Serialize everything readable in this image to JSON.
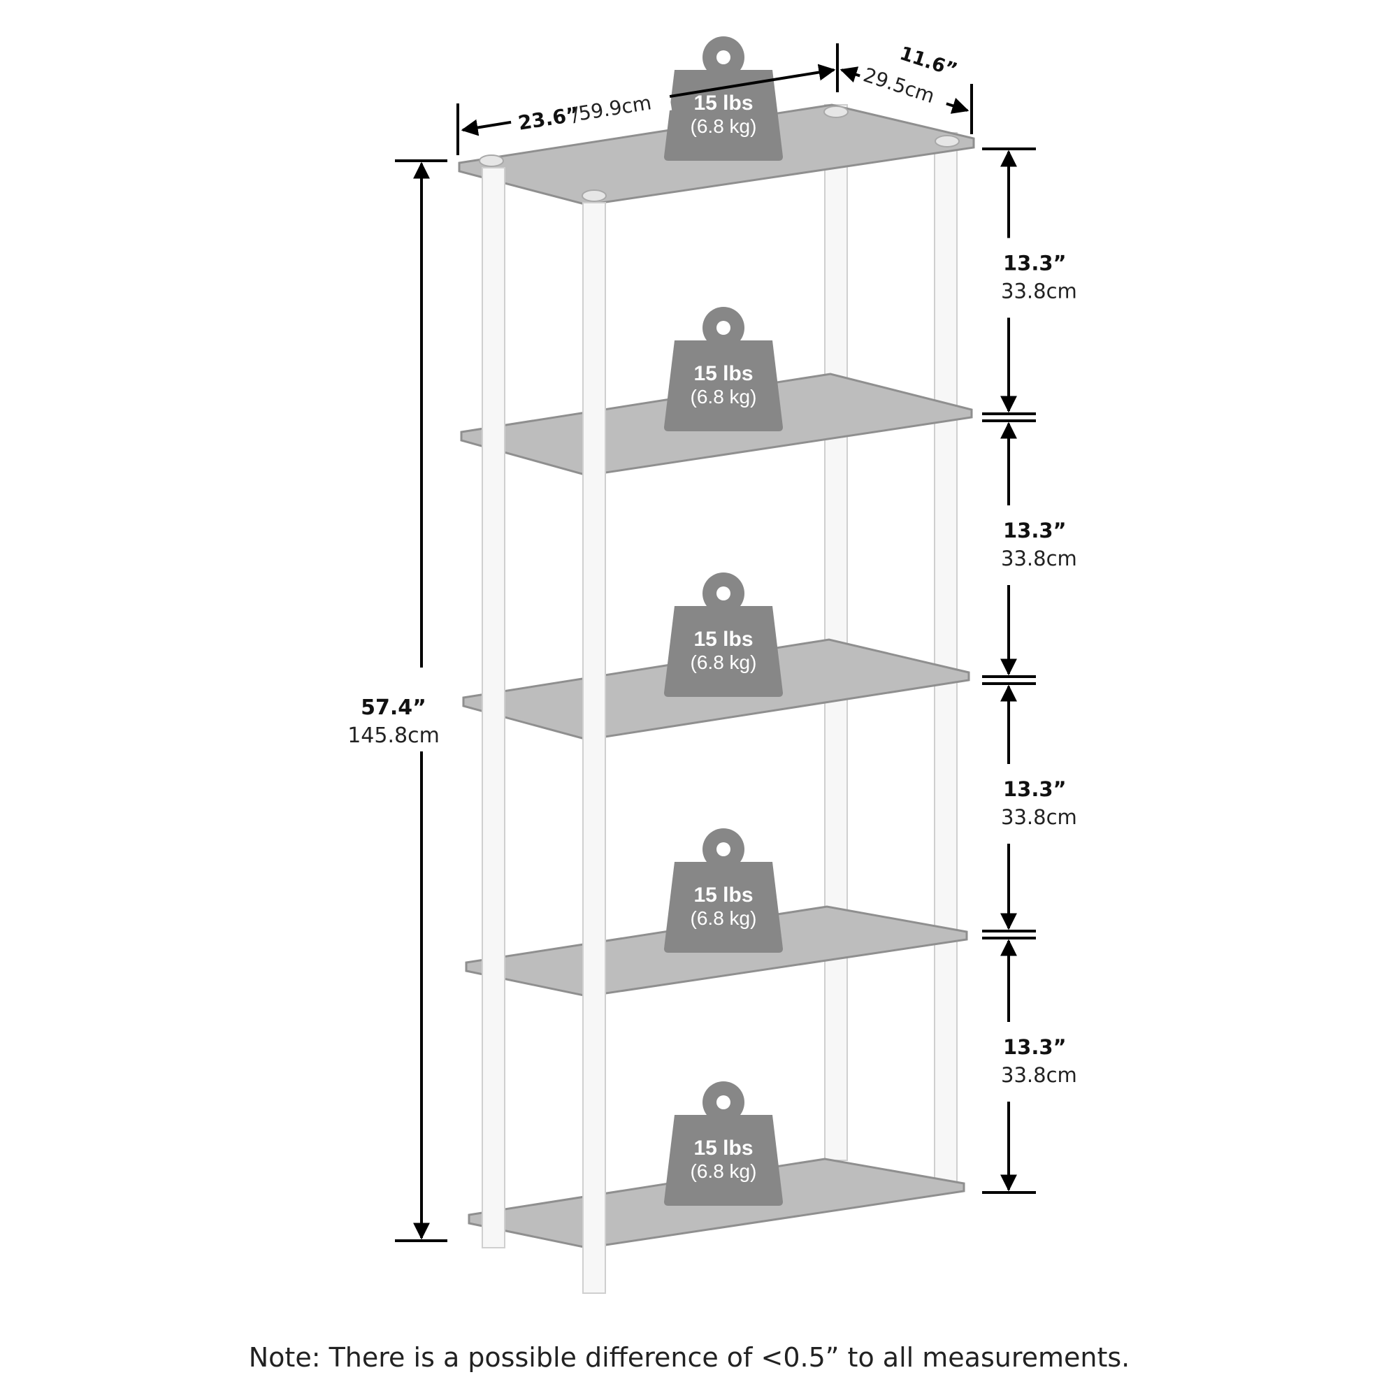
{
  "diagram": {
    "overall_height": {
      "in": "57.4”",
      "cm": "145.8cm"
    },
    "width": {
      "in": "23.6”",
      "cm": "/59.9cm"
    },
    "depth": {
      "in": "11.6”",
      "cm": "29.5cm"
    },
    "shelf_gaps": [
      {
        "in": "13.3”",
        "cm": "33.8cm"
      },
      {
        "in": "13.3”",
        "cm": "33.8cm"
      },
      {
        "in": "13.3”",
        "cm": "33.8cm"
      },
      {
        "in": "13.3”",
        "cm": "33.8cm"
      }
    ],
    "weights": [
      {
        "lbs": "15 lbs",
        "kg": "(6.8 kg)"
      },
      {
        "lbs": "15 lbs",
        "kg": "(6.8 kg)"
      },
      {
        "lbs": "15 lbs",
        "kg": "(6.8 kg)"
      },
      {
        "lbs": "15 lbs",
        "kg": "(6.8 kg)"
      },
      {
        "lbs": "15 lbs",
        "kg": "(6.8 kg)"
      }
    ],
    "note": "Note: There is a possible difference of <0.5” to all measurements.",
    "colors": {
      "shelf": "#bdbdbd",
      "shelf_edge": "#8f8f8f",
      "pole": "#f7f7f7",
      "pole_outline": "#cfcfcf",
      "weight": "#878787",
      "line": "#000000"
    }
  }
}
